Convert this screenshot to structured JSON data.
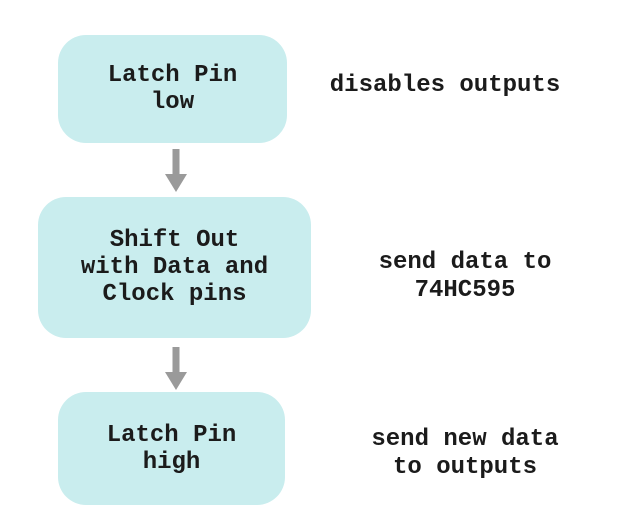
{
  "colors": {
    "background": "#ffffff",
    "box_fill": "#c9edee",
    "text": "#1b1b1b",
    "arrow": "#9a9a9a"
  },
  "flowchart": {
    "steps": [
      {
        "id": "latch-pin-low",
        "box_lines": [
          "Latch Pin",
          "low"
        ],
        "note_lines": [
          "disables outputs"
        ]
      },
      {
        "id": "shift-out",
        "box_lines": [
          "Shift Out",
          "with Data and",
          "Clock pins"
        ],
        "note_lines": [
          "send data to",
          "74HC595"
        ]
      },
      {
        "id": "latch-pin-high",
        "box_lines": [
          "Latch Pin",
          "high"
        ],
        "note_lines": [
          "send new data",
          "to outputs"
        ]
      }
    ],
    "connector_icon": "down-arrow"
  }
}
